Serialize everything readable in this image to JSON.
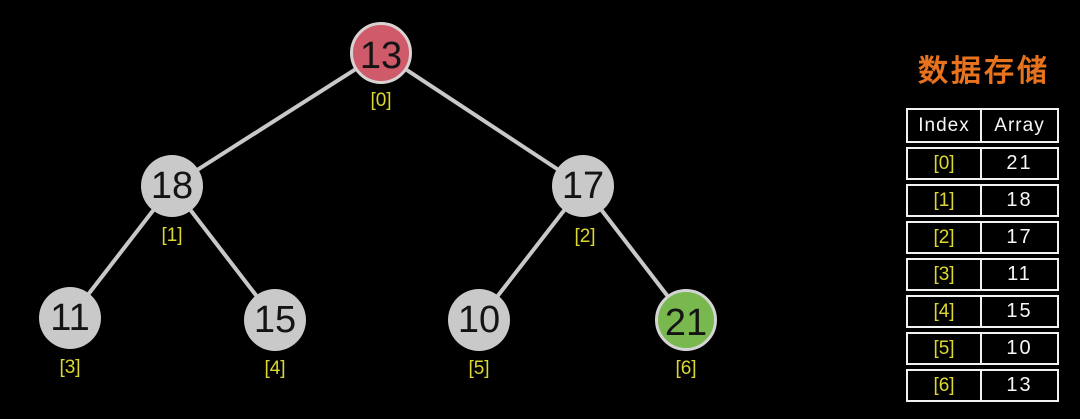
{
  "panel": {
    "title": "数据存储"
  },
  "table": {
    "headers": {
      "index": "Index",
      "array": "Array"
    },
    "rows": [
      {
        "index": "[0]",
        "value": "21"
      },
      {
        "index": "[1]",
        "value": "18"
      },
      {
        "index": "[2]",
        "value": "17"
      },
      {
        "index": "[3]",
        "value": "11"
      },
      {
        "index": "[4]",
        "value": "15"
      },
      {
        "index": "[5]",
        "value": "10"
      },
      {
        "index": "[6]",
        "value": "13"
      }
    ]
  },
  "tree": {
    "nodes": [
      {
        "value": "13",
        "label": "[0]",
        "color": "red"
      },
      {
        "value": "18",
        "label": "[1]",
        "color": "gray"
      },
      {
        "value": "17",
        "label": "[2]",
        "color": "gray"
      },
      {
        "value": "11",
        "label": "[3]",
        "color": "gray"
      },
      {
        "value": "15",
        "label": "[4]",
        "color": "gray"
      },
      {
        "value": "10",
        "label": "[5]",
        "color": "gray"
      },
      {
        "value": "21",
        "label": "[6]",
        "color": "green"
      }
    ],
    "edges": [
      "0-1",
      "0-2",
      "1-3",
      "1-4",
      "2-5",
      "2-6"
    ]
  },
  "colors": {
    "background": "#000000",
    "node_gray": "#c9c9c9",
    "node_red": "#cf5a69",
    "node_green": "#79b84f",
    "node_border": "#d6d6d6",
    "edge": "#c8c8c8",
    "index_yellow": "#dcd830",
    "title_orange": "#e8731e",
    "table_border": "#f2f2f2",
    "table_text": "#f7f7f7"
  }
}
